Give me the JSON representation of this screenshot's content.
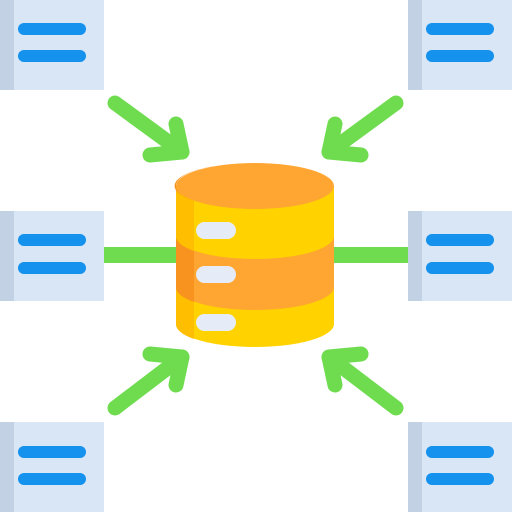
{
  "icon": {
    "name": "database-hub-icon",
    "colors": {
      "card_face": "#d9e6f6",
      "card_strip": "#c2d1e3",
      "card_lines": "#1591ee",
      "arrow": "#6fdc4f",
      "connector": "#6fdc4f",
      "db_top": "#ffa632",
      "db_band_light": "#ffd200",
      "db_band_dark": "#ffa632",
      "db_slot": "#e6ecf7"
    },
    "cards": [
      {
        "name": "card-top-left"
      },
      {
        "name": "card-top-right"
      },
      {
        "name": "card-middle-left"
      },
      {
        "name": "card-middle-right"
      },
      {
        "name": "card-bottom-left"
      },
      {
        "name": "card-bottom-right"
      }
    ]
  }
}
